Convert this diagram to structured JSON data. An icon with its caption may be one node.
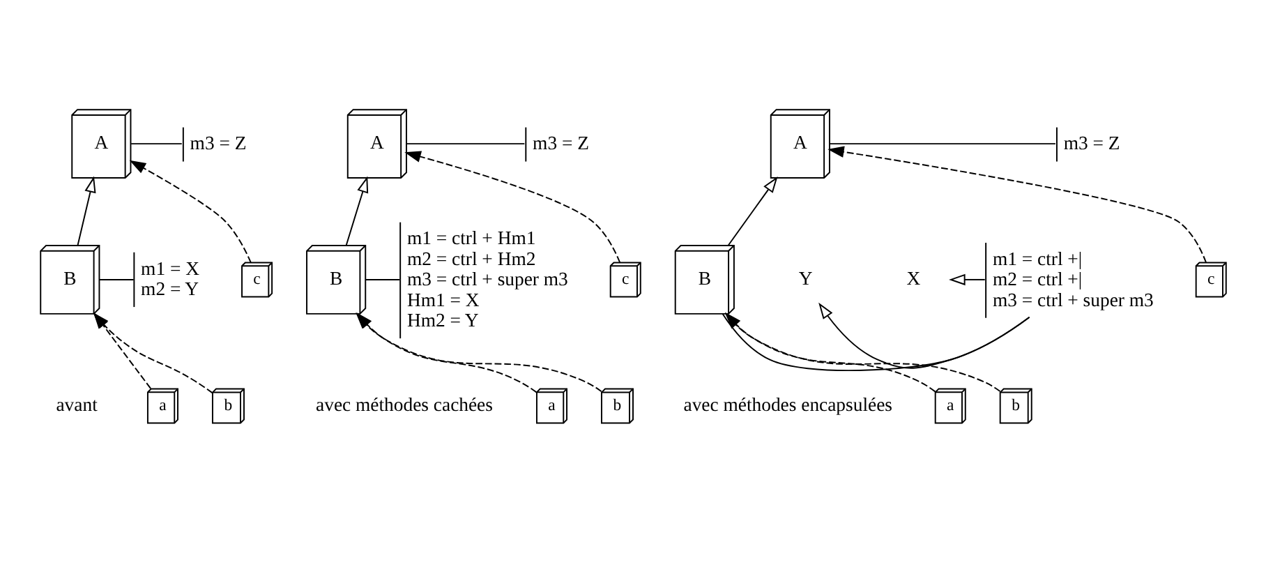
{
  "diagram": {
    "nodes": [
      {
        "text": [
          "A"
        ]
      },
      {
        "text": [
          "m3 = Z"
        ]
      },
      {
        "text": [
          "c"
        ]
      },
      {
        "text": [
          "B"
        ]
      },
      {
        "text": [
          "m1 = X",
          "m2 = Y"
        ]
      },
      {
        "text": [
          "a"
        ]
      },
      {
        "text": [
          "b"
        ]
      },
      {
        "text": [
          "A"
        ]
      },
      {
        "text": [
          "m3 = Z"
        ]
      },
      {
        "text": [
          "c"
        ]
      },
      {
        "text": [
          "B"
        ]
      },
      {
        "text": [
          "m1 = ctrl + Hm1",
          "m2 = ctrl + Hm2",
          "m3 = ctrl + super m3",
          "Hm1 = X",
          "Hm2 = Y"
        ]
      },
      {
        "text": [
          "a"
        ]
      },
      {
        "text": [
          "b"
        ]
      },
      {
        "text": [
          "A"
        ]
      },
      {
        "text": [
          "m3 = Z"
        ]
      },
      {
        "text": [
          "c"
        ]
      },
      {
        "text": [
          "B"
        ]
      },
      {
        "text": [
          "m1 = ctrl +|",
          "m2 = ctrl +|",
          "m3 = ctrl + super m3"
        ]
      },
      {
        "text": [
          "X"
        ]
      },
      {
        "text": [
          "Y"
        ]
      },
      {
        "text": [
          "a"
        ]
      },
      {
        "text": [
          "b"
        ]
      }
    ],
    "edges": [
      {
        "from": 3,
        "to": 0,
        "arrow": "to"
      },
      {
        "from": 2,
        "to": 0,
        "arrow": "to",
        "style": "dashed"
      },
      {
        "from": 0,
        "to": 1,
        "arrow": "none"
      },
      {
        "from": 3,
        "to": 4,
        "arrow": "none"
      },
      {
        "from": 5,
        "to": 3,
        "arrow": "to",
        "style": "dashed"
      },
      {
        "from": 6,
        "to": 3,
        "arrow": "to",
        "style": "dashed"
      },
      {
        "from": 10,
        "to": 7,
        "arrow": "to"
      },
      {
        "from": 9,
        "to": 7,
        "arrow": "to",
        "style": "dashed"
      },
      {
        "from": 7,
        "to": 8,
        "arrow": "none"
      },
      {
        "from": 10,
        "to": 11,
        "arrow": "none"
      },
      {
        "from": 12,
        "to": 10,
        "arrow": "to",
        "style": "dashed"
      },
      {
        "from": 13,
        "to": 10,
        "arrow": "to",
        "style": "dashed"
      },
      {
        "from": 17,
        "to": 14,
        "arrow": "to"
      },
      {
        "from": 16,
        "to": 14,
        "arrow": "to",
        "style": "dashed"
      },
      {
        "from": 14,
        "to": 15,
        "arrow": "none"
      },
      {
        "from": 17,
        "to": 18,
        "arrow": "none"
      },
      {
        "from": 18,
        "to": 19,
        "arrow": "to"
      },
      {
        "from": 18,
        "to": 20,
        "arrow": "to"
      },
      {
        "from": 21,
        "to": 17,
        "arrow": "to",
        "style": "dashed"
      },
      {
        "from": 22,
        "to": 17,
        "arrow": "to",
        "style": "dashed"
      }
    ],
    "labels": [
      "avant",
      "avec méthodes cachées",
      "avec méthodes encapsulées"
    ]
  }
}
